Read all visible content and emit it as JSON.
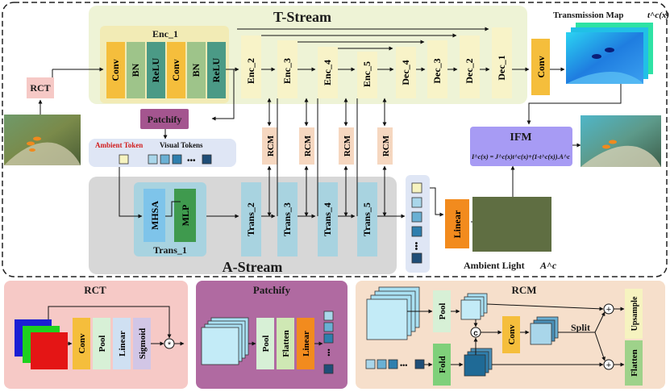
{
  "main": {
    "t_stream": "T-Stream",
    "a_stream": "A-Stream",
    "enc1_title": "Enc_1",
    "enc1_blocks": [
      "Conv",
      "BN",
      "ReLU",
      "Conv",
      "BN",
      "ReLU"
    ],
    "enc_labels": [
      "Enc_2",
      "Enc_3",
      "Enc_4",
      "Enc_5"
    ],
    "dec_labels": [
      "Dec_4",
      "Dec_3",
      "Dec_2",
      "Dec_1"
    ],
    "conv_out": "Conv",
    "rct": "RCT",
    "patchify": "Patchify",
    "ambient_token": "Ambient Token",
    "visual_tokens": "Visual Tokens",
    "rcm": "RCM",
    "trans1_title": "Trans_1",
    "mhsa": "MHSA",
    "mlp": "MLP",
    "trans_labels": [
      "Trans_2",
      "Trans_3",
      "Trans_4",
      "Trans_5"
    ],
    "linear": "Linear",
    "ifm": "IFM",
    "ifm_formula": "I^c(x) = J^c(x)t^c(x)+(1-t^c(x)).A^c",
    "transmission_map": "Transmission Map",
    "tmap_symbol": "t^c(x)",
    "ambient_light": "Ambient Light",
    "ambient_symbol": "A^c",
    "dots": "•••"
  },
  "bottom": {
    "rct": {
      "title": "RCT",
      "blocks": [
        "Conv",
        "Pool",
        "Linear",
        "Sigmoid"
      ],
      "mult": "*"
    },
    "patchify": {
      "title": "Patchify",
      "blocks": [
        "Pool",
        "Flatten",
        "Linear"
      ]
    },
    "rcm": {
      "title": "RCM",
      "pool": "Pool",
      "fold": "Fold",
      "conv": "Conv",
      "split": "Split",
      "upsample": "Upsample",
      "flatten": "Flatten",
      "concat": "c",
      "plus": "+"
    }
  },
  "colors": {
    "t_stream_bg": "#eef3d6",
    "a_stream_bg": "#d7d7d7",
    "enc1_bg": "#f2ebb5",
    "conv": "#f5be3c",
    "bn": "#9ec48a",
    "relu": "#4b9a86",
    "enc_dec": "#f8f3c8",
    "rcm": "#f6d7c0",
    "patchify": "#a4558f",
    "trans": "#a8d3e0",
    "mhsa": "#7ec4ea",
    "mlp": "#3f9a4e",
    "ifm": "#a79bf4",
    "linear": "#f28b1e",
    "ambient_light": "#5f6e42",
    "rct_panel": "#f6c9c6",
    "patchify_panel": "#b06aa1",
    "rcm_panel": "#f6dfcb"
  }
}
